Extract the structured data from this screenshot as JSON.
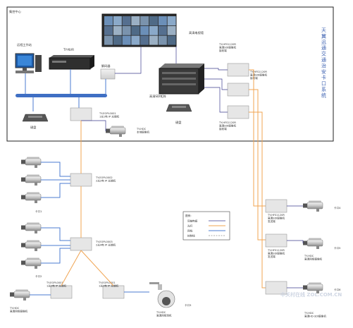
{
  "frame": {
    "center_label": "集控中心",
    "side_title": "天翼迅通交通治安卡口系统"
  },
  "center": {
    "workstation_label": "远程工作站",
    "nvr_label": "TY-NVR",
    "decoder_label": "解码器",
    "wall_label": "高清电视墙",
    "sdi_matrix_label": "高清SDI矩阵",
    "keyboard_label": "键盘",
    "keyboard2_label": "键盘",
    "fiber_receiver_label": "TY-EOPL0001\n1光1电 IP 光端机",
    "recv1_label": "TY-HFS1120R\n高清SDI摄像机\n接收端",
    "recv2_label": "TY-HFS1120R\n高清SDI摄像机\n接收端",
    "recv3_label": "TY-HFS1120R\n高清SDI摄像机\n接收端",
    "local_cam_label": "TY-HDC\n本地摄像机"
  },
  "field": {
    "switch2_label": "TY-EOPL0002\n2光2电 IP 光端机",
    "switch3_label": "TY-EOPL0003\n2光4电 IP 光端机",
    "sw4_label": "TY-EOPL0001\n1光1电 IP 光端机",
    "sw5_label": "TY-EOPL0001\n1光1电 IP 光端机",
    "cam_left_bottom_label": "TY-HDC\n高清网络摄像机",
    "dome_label": "TY-HDC\n高清网络球机",
    "tx1_label": "TY-HFS1120R\n高清SDI摄像机\n发送端",
    "tx2_label": "TY-HFS1120R\n高清SDI摄像机\n发送端",
    "tx3_label": "TY-HFS1120R\n高清SDI摄像机\n发送端",
    "cam_right2_label": "TY-HDC\n高清网络摄像机",
    "cam_right3_label": "TY-HDC\n高清HD-SDI摄像机",
    "lane_labels": [
      "卡口1",
      "卡口2",
      "卡口3",
      "卡口4",
      "卡口5",
      "卡口6"
    ]
  },
  "legend": {
    "title": "图例：",
    "items": [
      {
        "label": "同轴电缆",
        "style": "coax",
        "color": "#3d3d8f"
      },
      {
        "label": "光纤",
        "style": "fiber",
        "color": "#f0a452"
      },
      {
        "label": "网线",
        "style": "net",
        "color": "#4b7bd1"
      },
      {
        "label": "控制线",
        "style": "ctrl",
        "color": "#555555"
      }
    ]
  },
  "watermark": "中关村在线 ZOL.COM.CN"
}
